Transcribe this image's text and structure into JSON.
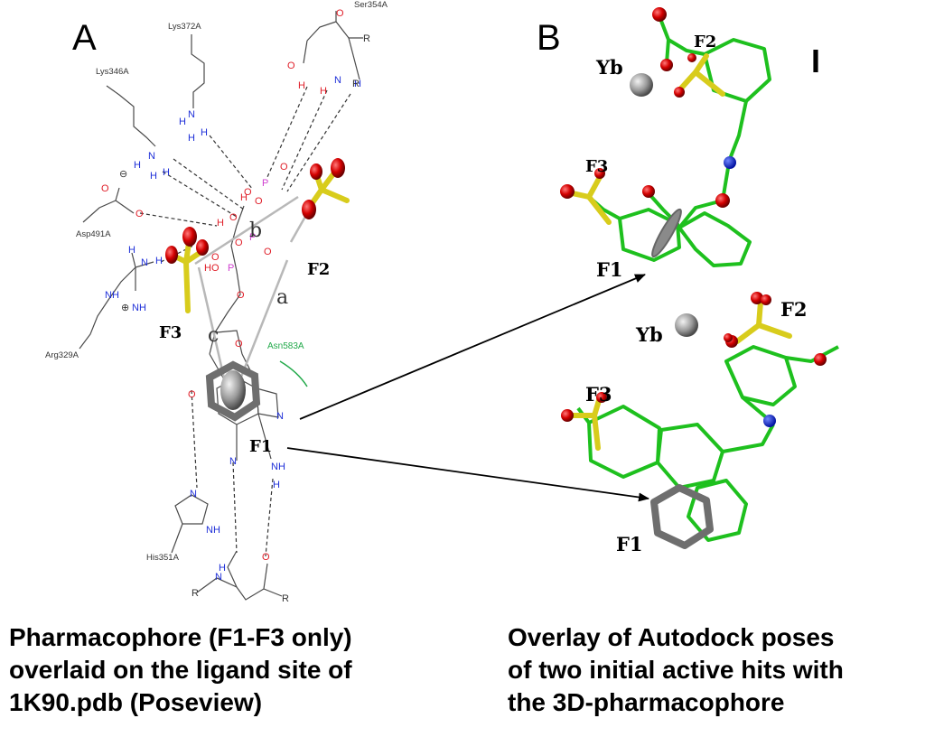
{
  "panels": {
    "a": {
      "letter": "A",
      "residues": [
        "Lys372A",
        "Lys346A",
        "Asp491A",
        "Arg329A",
        "His351A",
        "Asn583A",
        "Ser354A"
      ],
      "features": [
        "F1",
        "F2",
        "F3"
      ],
      "site_labels": [
        "a",
        "b",
        "c"
      ],
      "caption_lines": [
        "Pharmacophore (F1-F3 only)",
        "overlaid on the ligand site of",
        "1K90.pdb (Poseview)"
      ]
    },
    "b": {
      "letter": "B",
      "top_pose": {
        "features": [
          "F2",
          "F3",
          "F1"
        ],
        "ion": "Yb",
        "marker": "I"
      },
      "bottom_pose": {
        "features": [
          "F2",
          "F3",
          "F1"
        ],
        "ion": "Yb"
      },
      "caption_lines": [
        "Overlay of Autodock poses",
        "of two initial active hits with",
        "the 3D-pharmacophore"
      ]
    }
  },
  "colors": {
    "ligand_bond": "#1ec01e",
    "feature_yellow": "#d8cc1c",
    "oxygen_red": "#cc0000",
    "nitrogen_blue": "#0a1fd6",
    "aromatic_grey": "#6e6e6e",
    "atom_o_text": "#e0202a",
    "atom_n_text": "#1e2fd8",
    "atom_p_text": "#d040d0"
  }
}
